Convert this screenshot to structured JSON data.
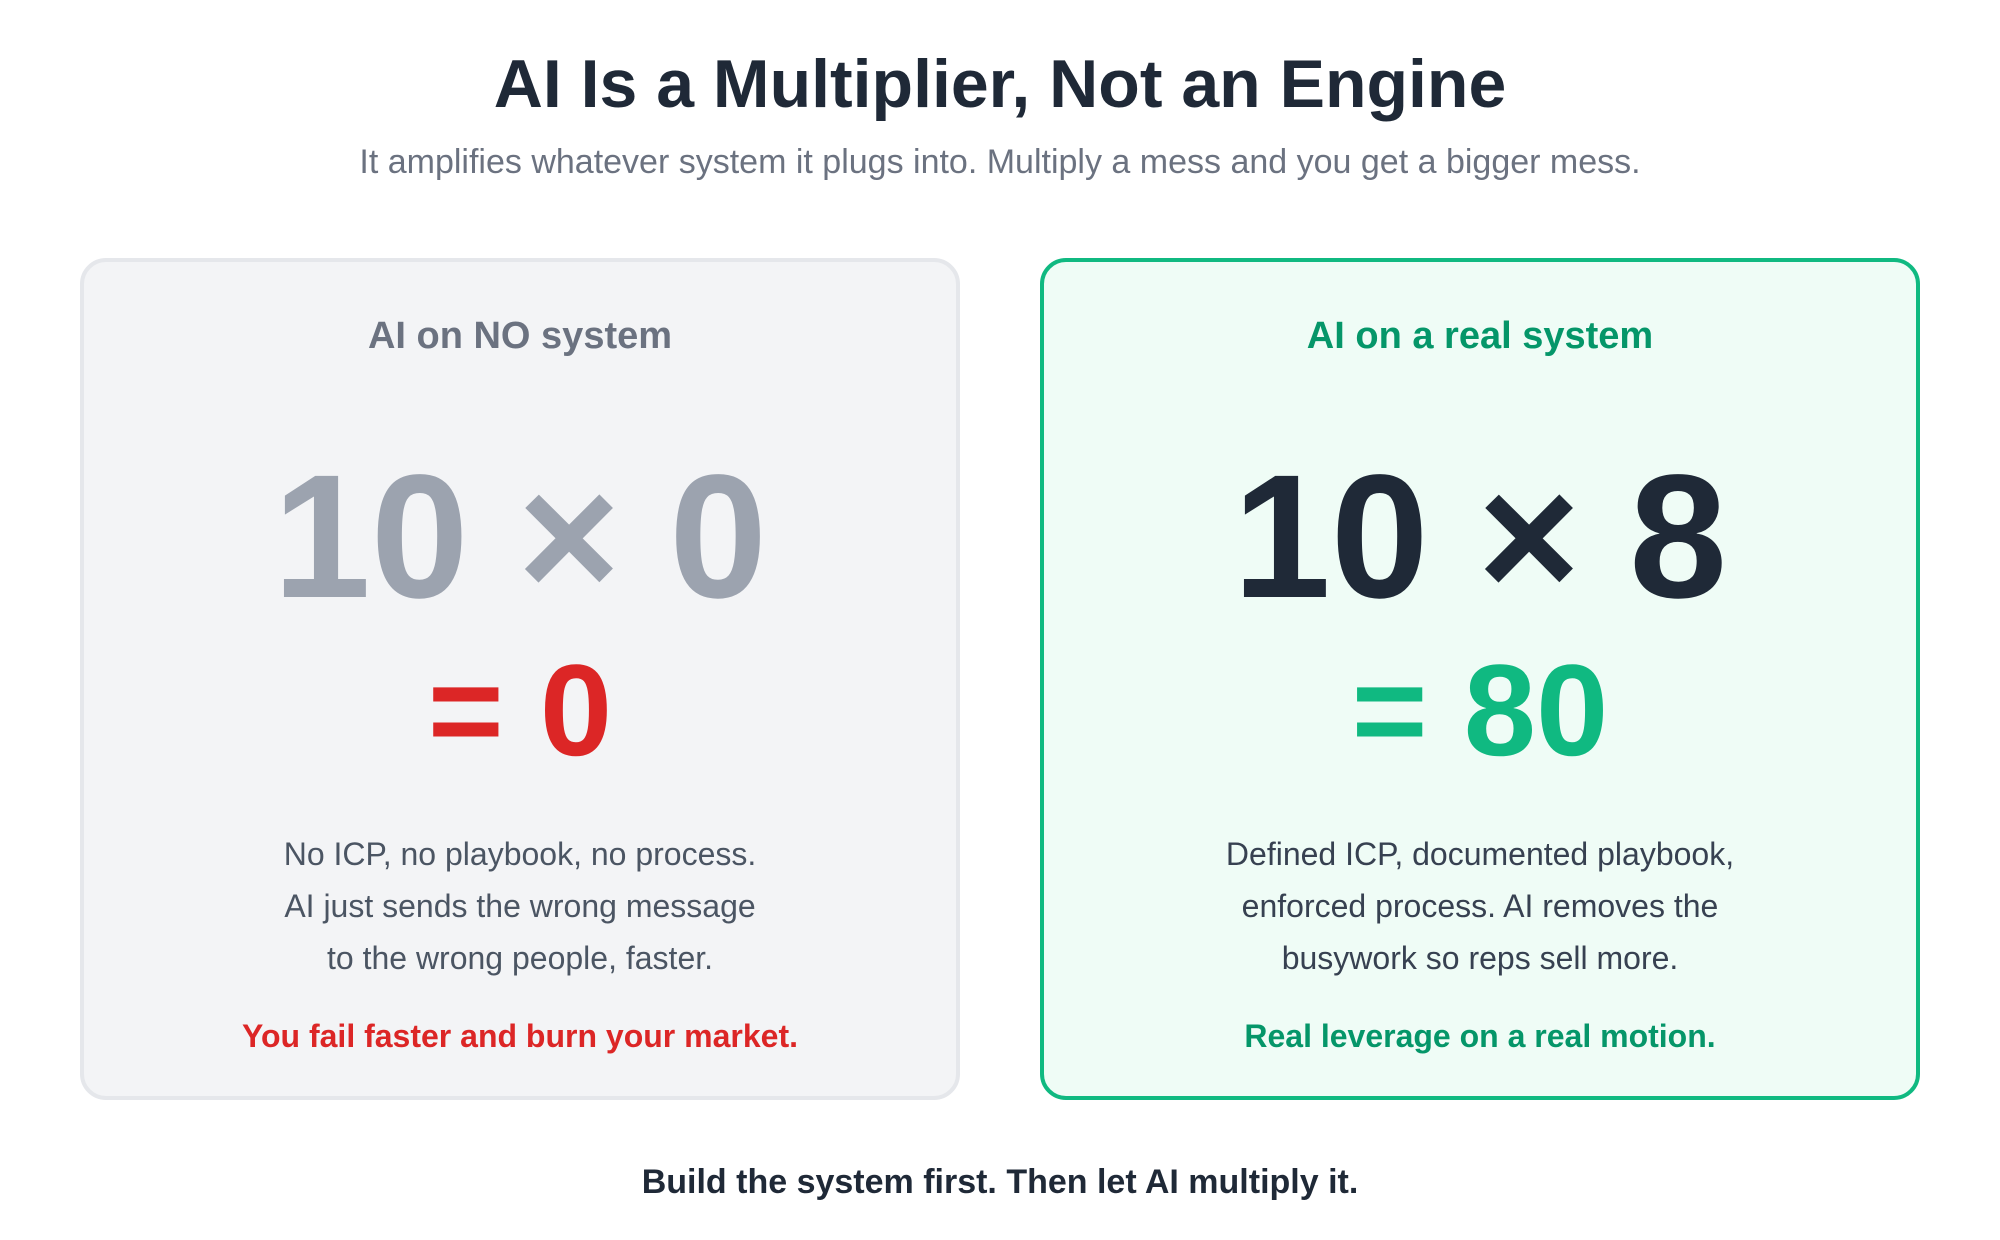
{
  "header": {
    "title": "AI Is a Multiplier, Not an Engine",
    "subtitle": "It amplifies whatever system it plugs into. Multiply a mess and you get a bigger mess."
  },
  "cards": [
    {
      "title": "AI on NO system",
      "equation": "10 × 0",
      "result": "= 0",
      "description_lines": [
        "No ICP, no playbook, no process.",
        "AI just sends the wrong message",
        "to the wrong people, faster."
      ],
      "punchline": "You fail faster and burn your market."
    },
    {
      "title": "AI on a real system",
      "equation": "10 × 8",
      "result": "= 80",
      "description_lines": [
        "Defined ICP, documented playbook,",
        "enforced process. AI removes the",
        "busywork so reps sell more."
      ],
      "punchline": "Real leverage on a real motion."
    }
  ],
  "footer": {
    "text": "Build the system first. Then let AI multiply it."
  },
  "colors": {
    "text_dark": "#1f2937",
    "muted_gray": "#6b7280",
    "fail_red": "#dc2626",
    "success_green": "#10b981",
    "success_green_dark": "#059669"
  }
}
